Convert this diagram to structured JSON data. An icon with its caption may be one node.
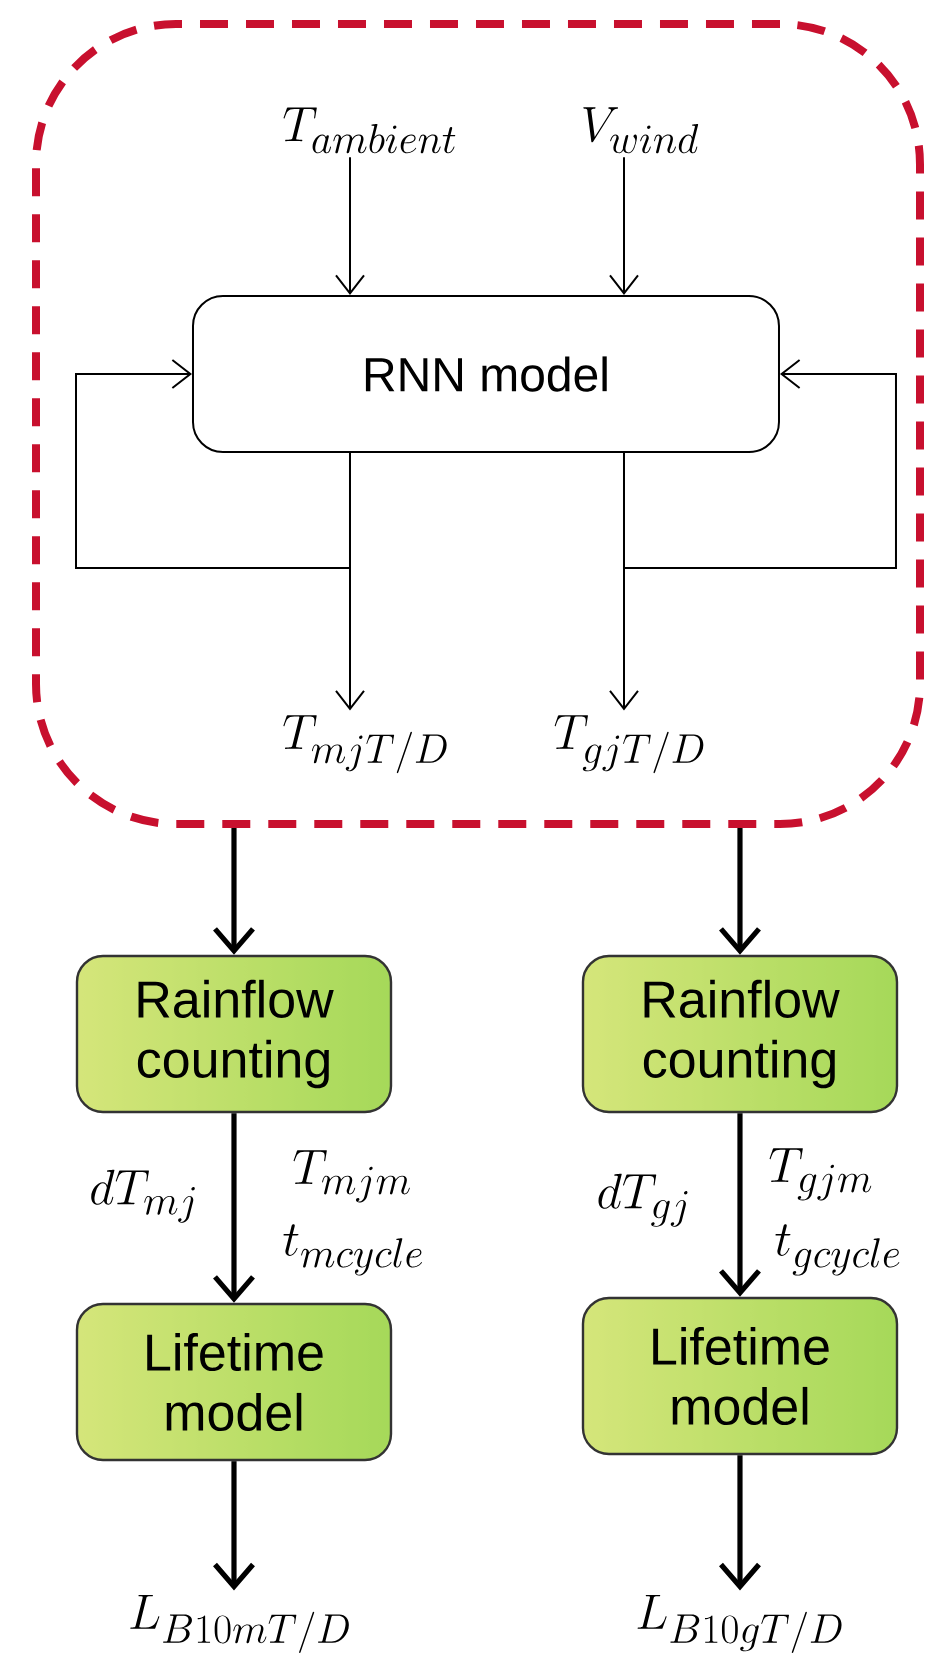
{
  "diagram": {
    "nodes": [
      {
        "text": [],
        "shape": "box"
      },
      {
        "text": [
          "T_{ambient}"
        ],
        "in": 0
      },
      {
        "text": [
          "V_{wind}"
        ],
        "in": 0
      },
      {
        "text": [
          "RNN model"
        ],
        "in": 0
      },
      {
        "text": [
          "T_{mjT/D}"
        ],
        "in": 0
      },
      {
        "text": [
          "T_{gjT/D}"
        ],
        "in": 0
      },
      {
        "text": [
          "Rainflow counting"
        ]
      },
      {
        "text": [
          "Rainflow counting"
        ]
      },
      {
        "text": [
          "Lifetime model"
        ]
      },
      {
        "text": [
          "Lifetime model"
        ]
      },
      {
        "text": [
          "L_{B10mT/D}"
        ]
      },
      {
        "text": [
          "L_{B10gT/D}"
        ]
      }
    ],
    "edges": [
      {
        "from": 1,
        "to": 3,
        "arrow": "to"
      },
      {
        "from": 2,
        "to": 3,
        "arrow": "to"
      },
      {
        "from": 3,
        "to": 4,
        "arrow": "to"
      },
      {
        "from": 3,
        "to": 3,
        "arrow": "to"
      },
      {
        "from": 3,
        "to": 5,
        "arrow": "to"
      },
      {
        "from": 3,
        "to": 3,
        "arrow": "to"
      },
      {
        "from": 0,
        "to": 6,
        "arrow": "to",
        "style": "thick"
      },
      {
        "from": 0,
        "to": 7,
        "arrow": "to",
        "style": "thick"
      },
      {
        "from": 6,
        "to": 8,
        "arrow": "to",
        "style": "thick"
      },
      {
        "from": 7,
        "to": 9,
        "arrow": "to",
        "style": "thick"
      },
      {
        "from": 8,
        "to": 10,
        "arrow": "to",
        "style": "thick"
      },
      {
        "from": 9,
        "to": 11,
        "arrow": "to",
        "style": "thick"
      }
    ],
    "labels": [
      "dT_{mj}",
      "T_{mjm}",
      "t_{mcycle}",
      "dT_{gj}",
      "T_{gjm}",
      "t_{gcycle}"
    ]
  }
}
